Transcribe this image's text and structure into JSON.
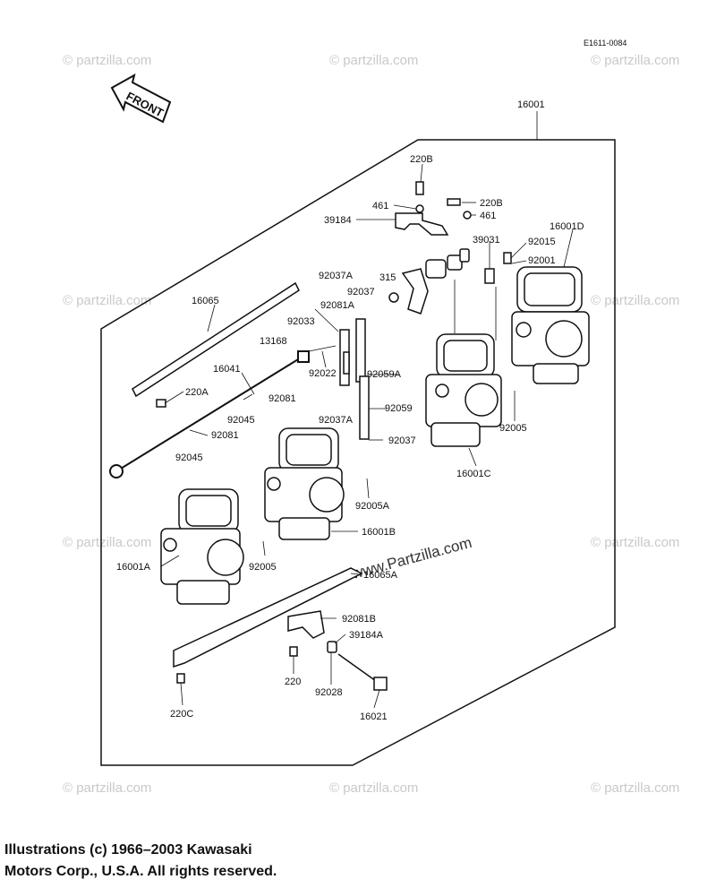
{
  "diagram_code": "E1611-0084",
  "front_label": "FRONT",
  "watermark_text": "© partzilla.com",
  "center_watermark": "www.Partzilla.com",
  "parts": {
    "p16001": "16001",
    "p220B_top": "220B",
    "p461_left": "461",
    "p220B_right": "220B",
    "p461_right": "461",
    "p39184": "39184",
    "p39031": "39031",
    "p92015": "92015",
    "p16001D": "16001D",
    "p92001": "92001",
    "p92037A_top": "92037A",
    "p315": "315",
    "p92037": "92037",
    "p92081A": "92081A",
    "p16065": "16065",
    "p92033": "92033",
    "p13168": "13168",
    "p92022": "92022",
    "p16041": "16041",
    "p92059A": "92059A",
    "p220A": "220A",
    "p92081_a": "92081",
    "p92045_a": "92045",
    "p92059": "92059",
    "p92005_right": "92005",
    "p92037A_mid": "92037A",
    "p92081_b": "92081",
    "p92037_b": "92037",
    "p16001C": "16001C",
    "p92045_b": "92045",
    "p92005A": "92005A",
    "p16001B": "16001B",
    "p16001A": "16001A",
    "p92005_left": "92005",
    "p16065A": "16065A",
    "p92081B": "92081B",
    "p39184A": "39184A",
    "p220": "220",
    "p92028": "92028",
    "p220C": "220C",
    "p16021": "16021"
  },
  "copyright": {
    "line1": "Illustrations (c) 1966–2003 Kawasaki",
    "line2": "Motors Corp., U.S.A.  All rights reserved."
  }
}
